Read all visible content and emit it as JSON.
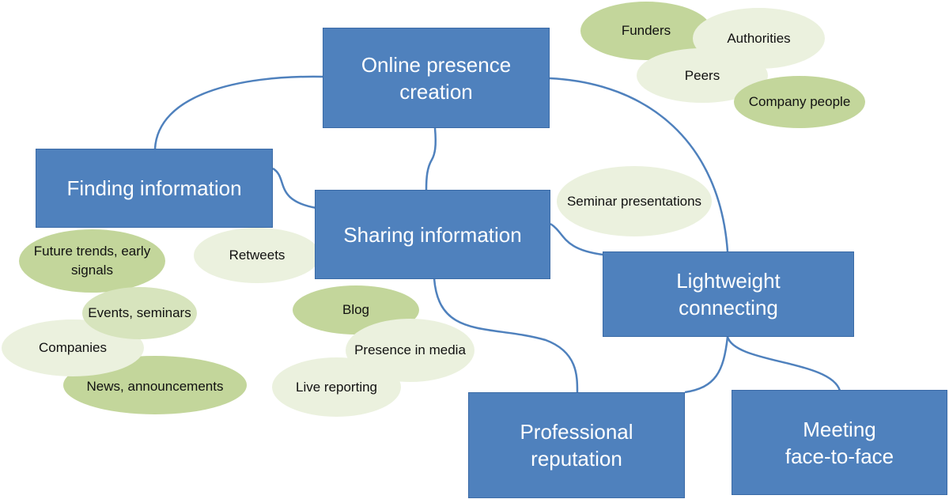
{
  "boxes": {
    "online_presence": [
      "Online presence",
      "creation"
    ],
    "finding_information": [
      "Finding information"
    ],
    "sharing_information": [
      "Sharing information"
    ],
    "lightweight_connecting": [
      "Lightweight",
      "connecting"
    ],
    "professional_reputation": [
      "Professional",
      "reputation"
    ],
    "meeting_face_to_face": [
      "Meeting",
      "face-to-face"
    ]
  },
  "bubbles": {
    "funders": [
      "Funders"
    ],
    "authorities": [
      "Authorities"
    ],
    "peers": [
      "Peers"
    ],
    "company_people": [
      "Company",
      "people"
    ],
    "seminar_presentations": [
      "Seminar",
      "presentations"
    ],
    "retweets": [
      "Retweets"
    ],
    "future_trends": [
      "Future",
      "trends, early",
      "signals"
    ],
    "events_seminars": [
      "Events,",
      "seminars"
    ],
    "companies": [
      "Companies"
    ],
    "news_announcements": [
      "News,",
      "announcements"
    ],
    "blog": [
      "Blog"
    ],
    "presence_in_media": [
      "Presence",
      "in media"
    ],
    "live_reporting": [
      "Live",
      "reporting"
    ]
  },
  "colors": {
    "box_fill": "#4f81bd",
    "connector": "#4f81bd",
    "bubble_dark": "#c3d69b",
    "bubble_light": "#ebf1de"
  }
}
